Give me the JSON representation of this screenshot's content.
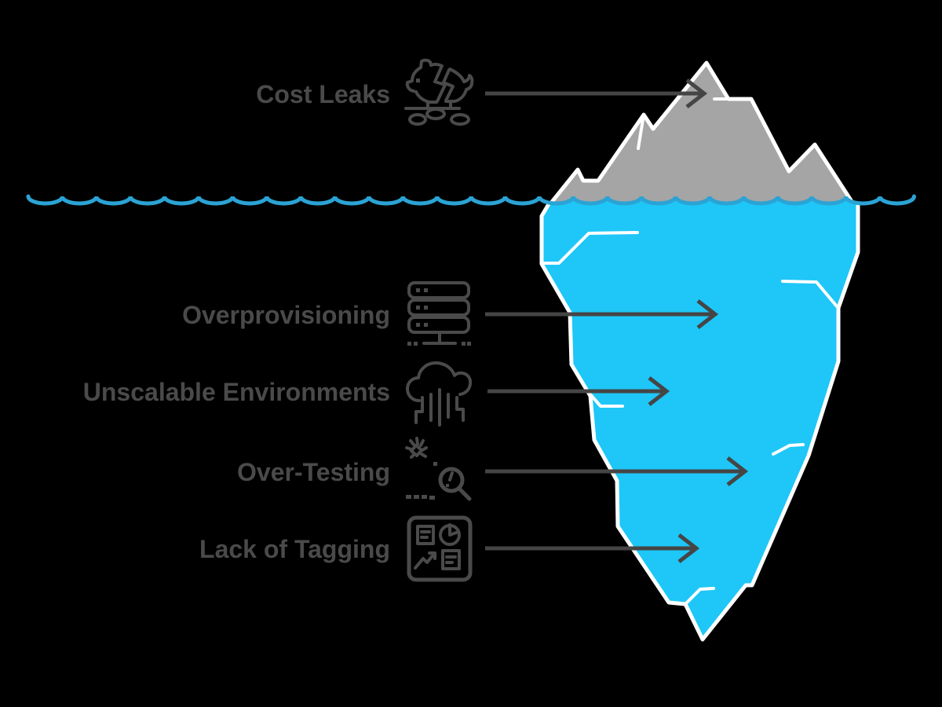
{
  "colors": {
    "background": "#000000",
    "iceberg_above": "#a5a5a5",
    "iceberg_below": "#1ec7f7",
    "waterline": "#2ba3d4",
    "outline": "#ffffff",
    "label_text": "#4a4a4a",
    "arrow": "#454545"
  },
  "labels": [
    {
      "text": "Cost Leaks",
      "icon": "broken-piggy-bank-icon",
      "position": "above-water"
    },
    {
      "text": "Overprovisioning",
      "icon": "server-stack-icon",
      "position": "below-water"
    },
    {
      "text": "Unscalable Environments",
      "icon": "cloud-streams-icon",
      "position": "below-water"
    },
    {
      "text": "Over-Testing",
      "icon": "bug-magnifier-icon",
      "position": "below-water"
    },
    {
      "text": "Lack of Tagging",
      "icon": "dashboard-report-icon",
      "position": "below-water"
    }
  ]
}
